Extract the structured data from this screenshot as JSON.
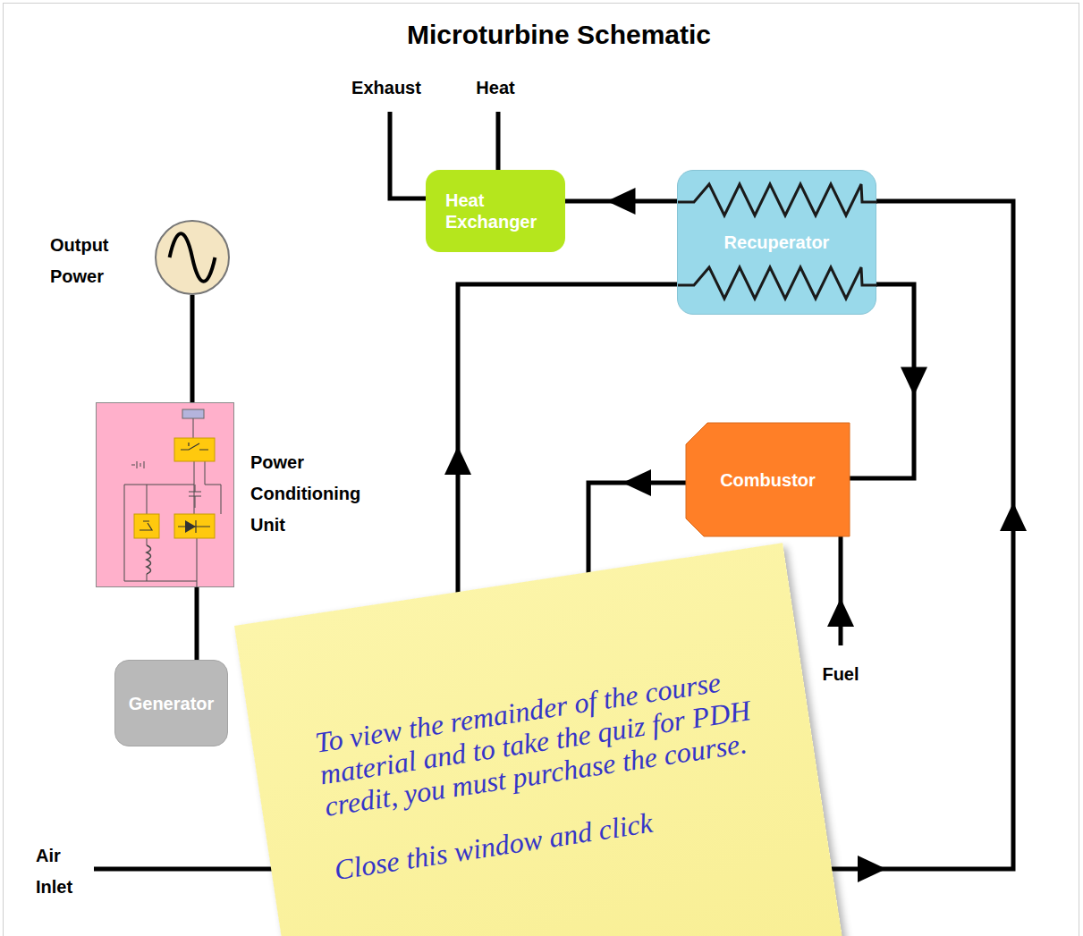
{
  "diagram": {
    "title": "Microturbine Schematic",
    "nodes": [
      {
        "text": [
          "Heat Exchanger"
        ]
      },
      {
        "text": [
          "Recuperator"
        ]
      },
      {
        "text": [
          "Output Power"
        ]
      },
      {
        "text": [
          "Power Conditioning Unit"
        ]
      },
      {
        "text": [
          "Combustor"
        ]
      },
      {
        "text": [
          "Generator"
        ]
      }
    ],
    "edges": [
      {
        "from": 1,
        "to": 0,
        "arrow": "to"
      },
      {
        "from": 1,
        "to": 4,
        "arrow": "to"
      },
      {
        "from": 3,
        "to": 2,
        "arrow": "none"
      },
      {
        "from": 5,
        "to": 3,
        "arrow": "none"
      }
    ],
    "labels": [
      "Exhaust",
      "Heat",
      "Fuel",
      "Air Inlet",
      "To view the remainder of the course material and to take the quiz for PDH credit, you must purchase the course.",
      "Close this window and click"
    ]
  }
}
